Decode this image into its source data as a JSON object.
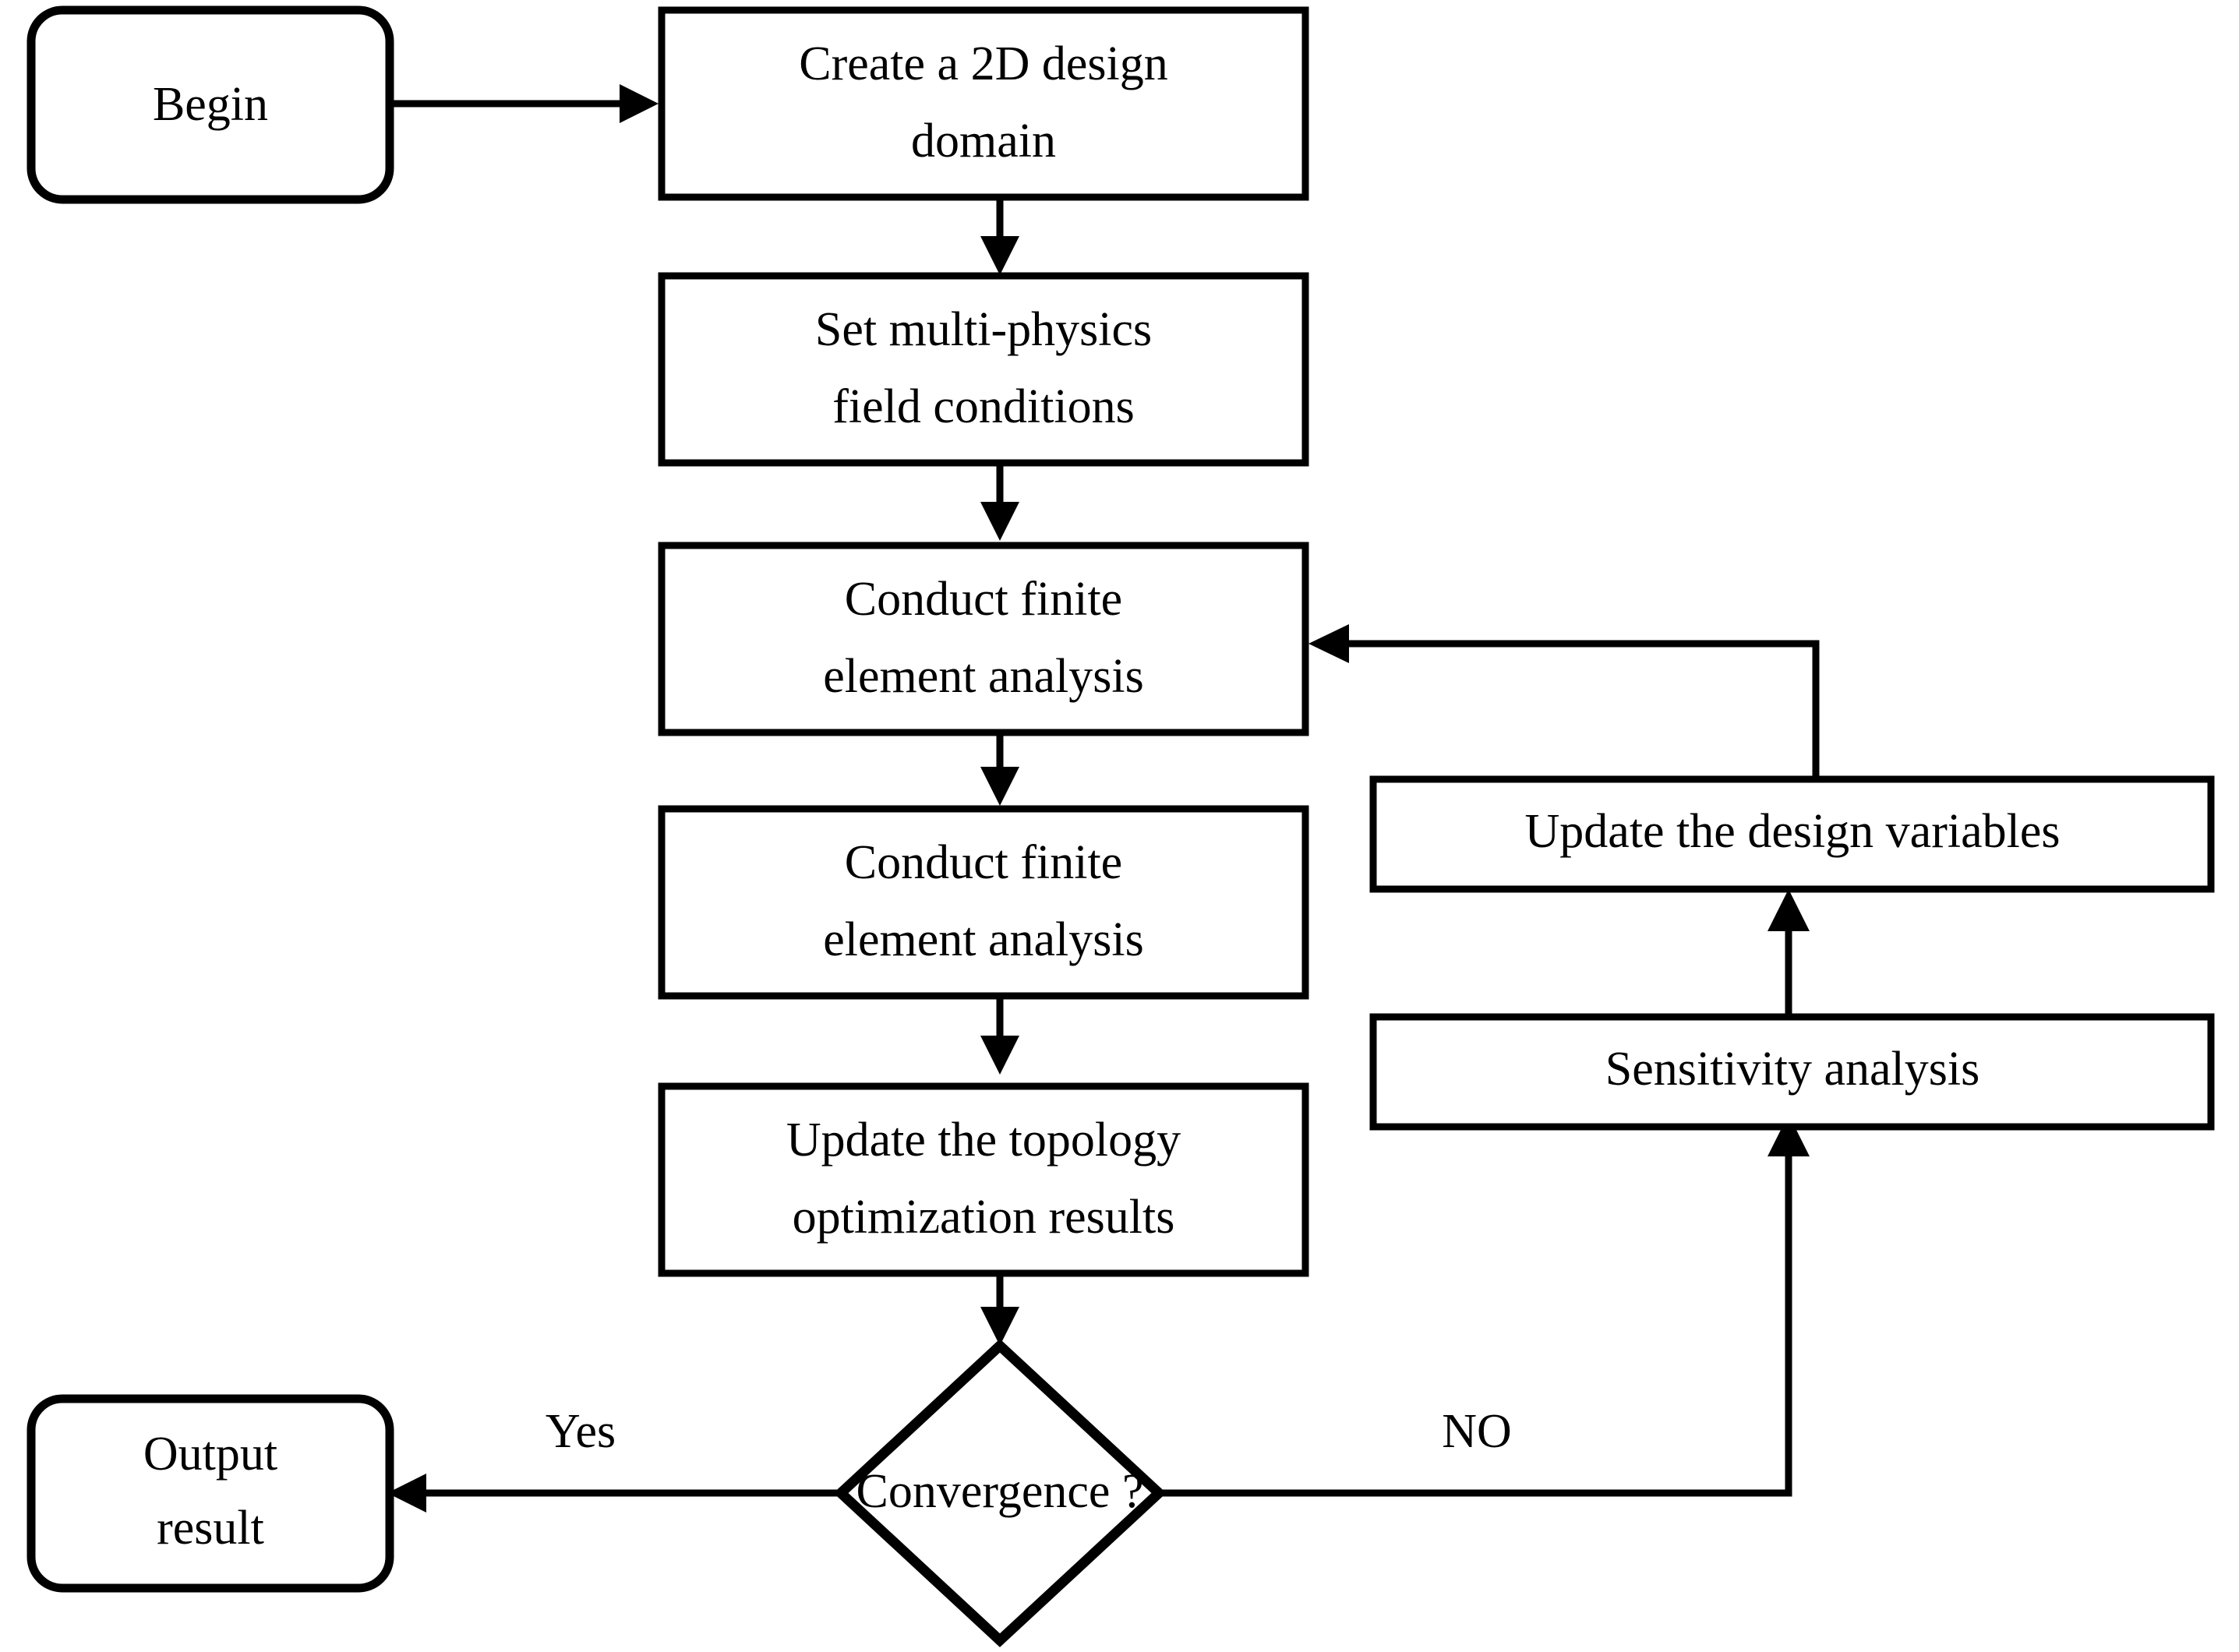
{
  "diagram": {
    "title": "Topology optimization workflow flowchart",
    "type": "flowchart",
    "background_color": "#ffffff",
    "line_color": "#000000",
    "nodes": {
      "begin": {
        "label": "Begin",
        "shape": "rounded-rectangle"
      },
      "create_domain": {
        "line1": "Create a 2D design",
        "line2": "domain",
        "shape": "rectangle"
      },
      "set_conditions": {
        "line1": "Set multi-physics",
        "line2": "field conditions",
        "shape": "rectangle"
      },
      "fea_first": {
        "line1": "Conduct finite",
        "line2": "element analysis",
        "shape": "rectangle"
      },
      "fea_second": {
        "line1": "Conduct finite",
        "line2": "element analysis",
        "shape": "rectangle"
      },
      "update_topology": {
        "line1": "Update the topology",
        "line2": "optimization results",
        "shape": "rectangle"
      },
      "convergence": {
        "label": "Convergence ?",
        "shape": "diamond"
      },
      "output_result": {
        "line1": "Output",
        "line2": "result",
        "shape": "rounded-rectangle"
      },
      "update_design_variables": {
        "label": "Update the design variables",
        "shape": "rectangle"
      },
      "sensitivity_analysis": {
        "label": "Sensitivity analysis",
        "shape": "rectangle"
      }
    },
    "edge_labels": {
      "yes": "Yes",
      "no": "NO"
    },
    "edges": [
      {
        "from": "begin",
        "to": "create_domain",
        "label": ""
      },
      {
        "from": "create_domain",
        "to": "set_conditions",
        "label": ""
      },
      {
        "from": "set_conditions",
        "to": "fea_first",
        "label": ""
      },
      {
        "from": "fea_first",
        "to": "fea_second",
        "label": ""
      },
      {
        "from": "fea_second",
        "to": "update_topology",
        "label": ""
      },
      {
        "from": "update_topology",
        "to": "convergence",
        "label": ""
      },
      {
        "from": "convergence",
        "to": "output_result",
        "label": "Yes"
      },
      {
        "from": "convergence",
        "to": "sensitivity_analysis",
        "label": "NO"
      },
      {
        "from": "sensitivity_analysis",
        "to": "update_design_variables",
        "label": ""
      },
      {
        "from": "update_design_variables",
        "to": "fea_first",
        "label": ""
      }
    ]
  }
}
